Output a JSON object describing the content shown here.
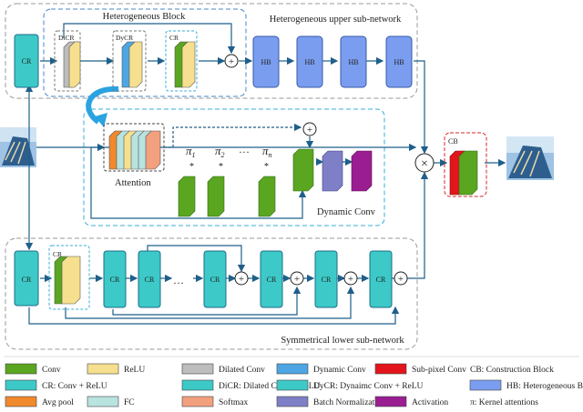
{
  "blocks": {
    "heterogeneous_block": "Heterogeneous Block",
    "upper_network": "Heterogeneous upper sub-network",
    "lower_network": "Symmetrical lower sub-network",
    "attention": "Attention",
    "dynamic_conv": "Dynamic Conv"
  },
  "labels": {
    "cr": "CR",
    "dicr": "DiCR",
    "dycr": "DyCR",
    "hb": "HB",
    "cb": "CB",
    "pi1": "π",
    "pi1_sub": "1",
    "pi2": "π",
    "pi2_sub": "2",
    "pin": "π",
    "pin_sub": "n",
    "ellipsis": "…",
    "ellipsis_lower": "…",
    "star": "*",
    "plus": "+",
    "times": "×"
  },
  "legend": [
    {
      "label": "Conv",
      "color": "#5aa621"
    },
    {
      "label": "ReLU",
      "color": "#f6e08f"
    },
    {
      "label": "Dilated Conv",
      "color": "#bdbdbd"
    },
    {
      "label": "Dynamic Conv",
      "color": "#4da6e3"
    },
    {
      "label": "Sub-pixel Conv",
      "color": "#e3141b"
    },
    {
      "label": "CB:  Construction Block",
      "color": ""
    },
    {
      "label": "CR:  Conv + ReLU",
      "color": "#3cc9c7"
    },
    {
      "label": "DiCR: Dilated Conv + ReLU",
      "color": "#3cc9c7"
    },
    {
      "label": "DyCR:  Dynaimc Conv + ReLU",
      "color": "#3cc9c7"
    },
    {
      "label": "HB:  Heterogeneous Block",
      "color": "#7b9df0"
    },
    {
      "label": "Avg pool",
      "color": "#f08a2c"
    },
    {
      "label": "FC",
      "color": "#b8e3de"
    },
    {
      "label": "Softmax",
      "color": "#f2a07e"
    },
    {
      "label": "Batch Normalization",
      "color": "#7f7fc8"
    },
    {
      "label": "Activation",
      "color": "#9a1e91"
    },
    {
      "label": "π:  Kernel attentions",
      "color": ""
    }
  ]
}
